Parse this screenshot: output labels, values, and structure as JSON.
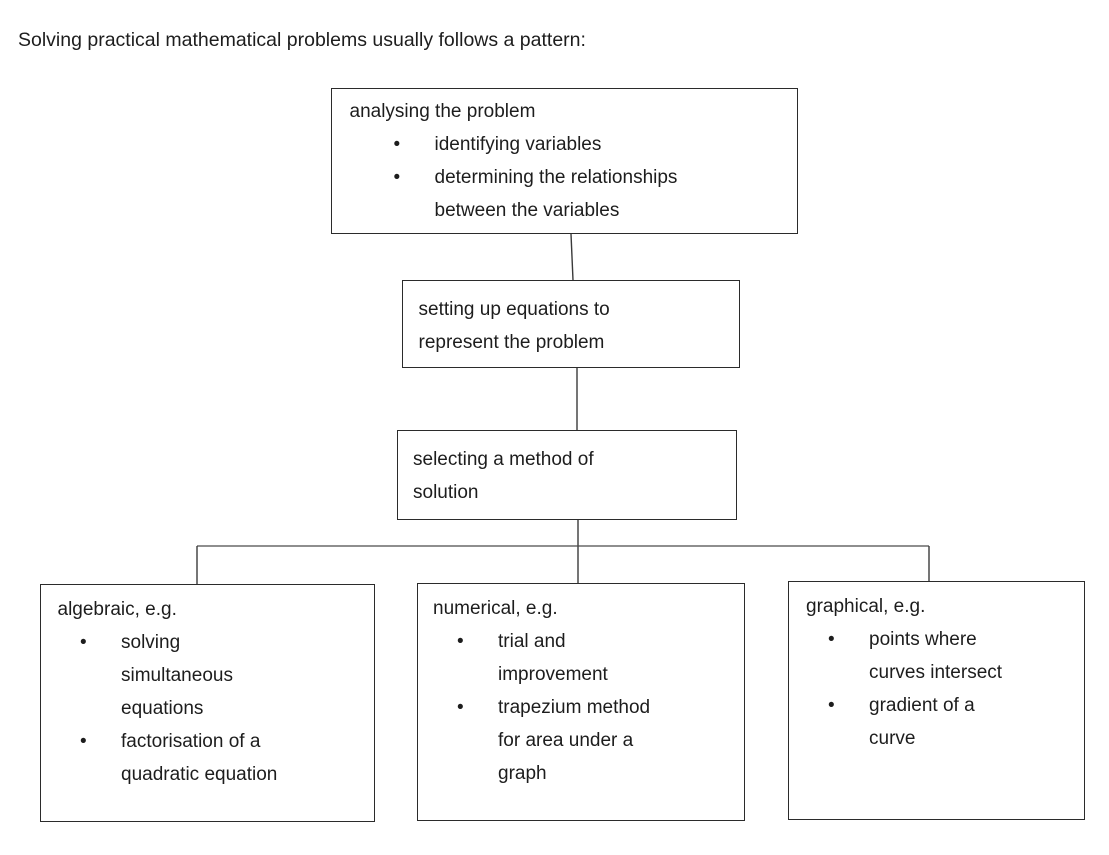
{
  "title": "Solving practical mathematical problems usually follows a pattern:",
  "flow": {
    "analyse": {
      "heading": "analysing the problem",
      "bullets": [
        "identifying variables",
        "determining the relationships\nbetween the variables"
      ]
    },
    "equations": {
      "heading": "setting up equations to\nrepresent the problem"
    },
    "method": {
      "heading": "selecting a method of\nsolution"
    },
    "algebraic": {
      "heading": "algebraic, e.g.",
      "bullets": [
        "solving\nsimultaneous\nequations",
        "factorisation of a\nquadratic equation"
      ]
    },
    "numerical": {
      "heading": "numerical, e.g.",
      "bullets": [
        "trial and\nimprovement",
        "trapezium method\nfor area under a\ngraph"
      ]
    },
    "graphical": {
      "heading": "graphical, e.g.",
      "bullets": [
        "points where\ncurves intersect",
        "gradient of a\ncurve"
      ]
    }
  },
  "icons": {
    "bullet": "•"
  }
}
